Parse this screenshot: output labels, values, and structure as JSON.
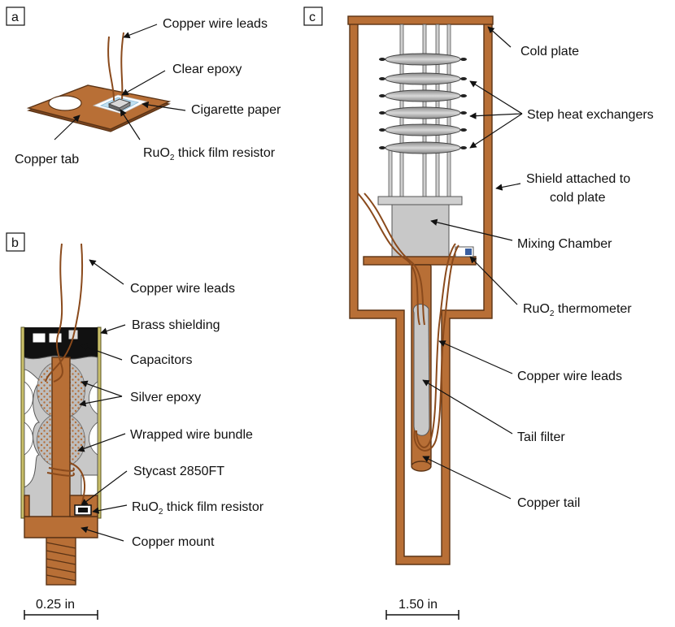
{
  "panels": {
    "a": {
      "letter": "a",
      "labels": {
        "copper_wire_leads": "Copper wire leads",
        "clear_epoxy": "Clear epoxy",
        "cigarette_paper": "Cigarette paper",
        "copper_tab": "Copper tab",
        "ruo2_prefix": "RuO",
        "ruo2_sub": "2",
        "ruo2_suffix": " thick film resistor"
      }
    },
    "b": {
      "letter": "b",
      "labels": {
        "copper_wire_leads": "Copper wire leads",
        "brass_shielding": "Brass shielding",
        "capacitors": "Capacitors",
        "silver_epoxy": "Silver epoxy",
        "wrapped_wire_bundle": "Wrapped wire bundle",
        "stycast": "Stycast 2850FT",
        "ruo2_prefix": "RuO",
        "ruo2_sub": "2",
        "ruo2_suffix": " thick film resistor",
        "copper_mount": "Copper mount"
      },
      "scale_bar": "0.25 in"
    },
    "c": {
      "letter": "c",
      "labels": {
        "cold_plate": "Cold plate",
        "step_heat_exchangers": "Step heat exchangers",
        "shield_line1": "Shield attached to",
        "shield_line2": "cold plate",
        "mixing_chamber": "Mixing Chamber",
        "ruo2_prefix": "RuO",
        "ruo2_sub": "2",
        "ruo2_suffix": " thermometer",
        "copper_wire_leads": "Copper wire leads",
        "tail_filter": "Tail filter",
        "copper_tail": "Copper tail"
      },
      "scale_bar": "1.50 in"
    }
  },
  "colors": {
    "copper": "#b86f36",
    "copper_dark": "#5a3315",
    "brass": "#c9bf6a",
    "epoxy_grey": "#c8c8c8",
    "silver_dots": "#b5703c",
    "black": "#111111",
    "clear_epoxy": "#bfe0f2"
  }
}
